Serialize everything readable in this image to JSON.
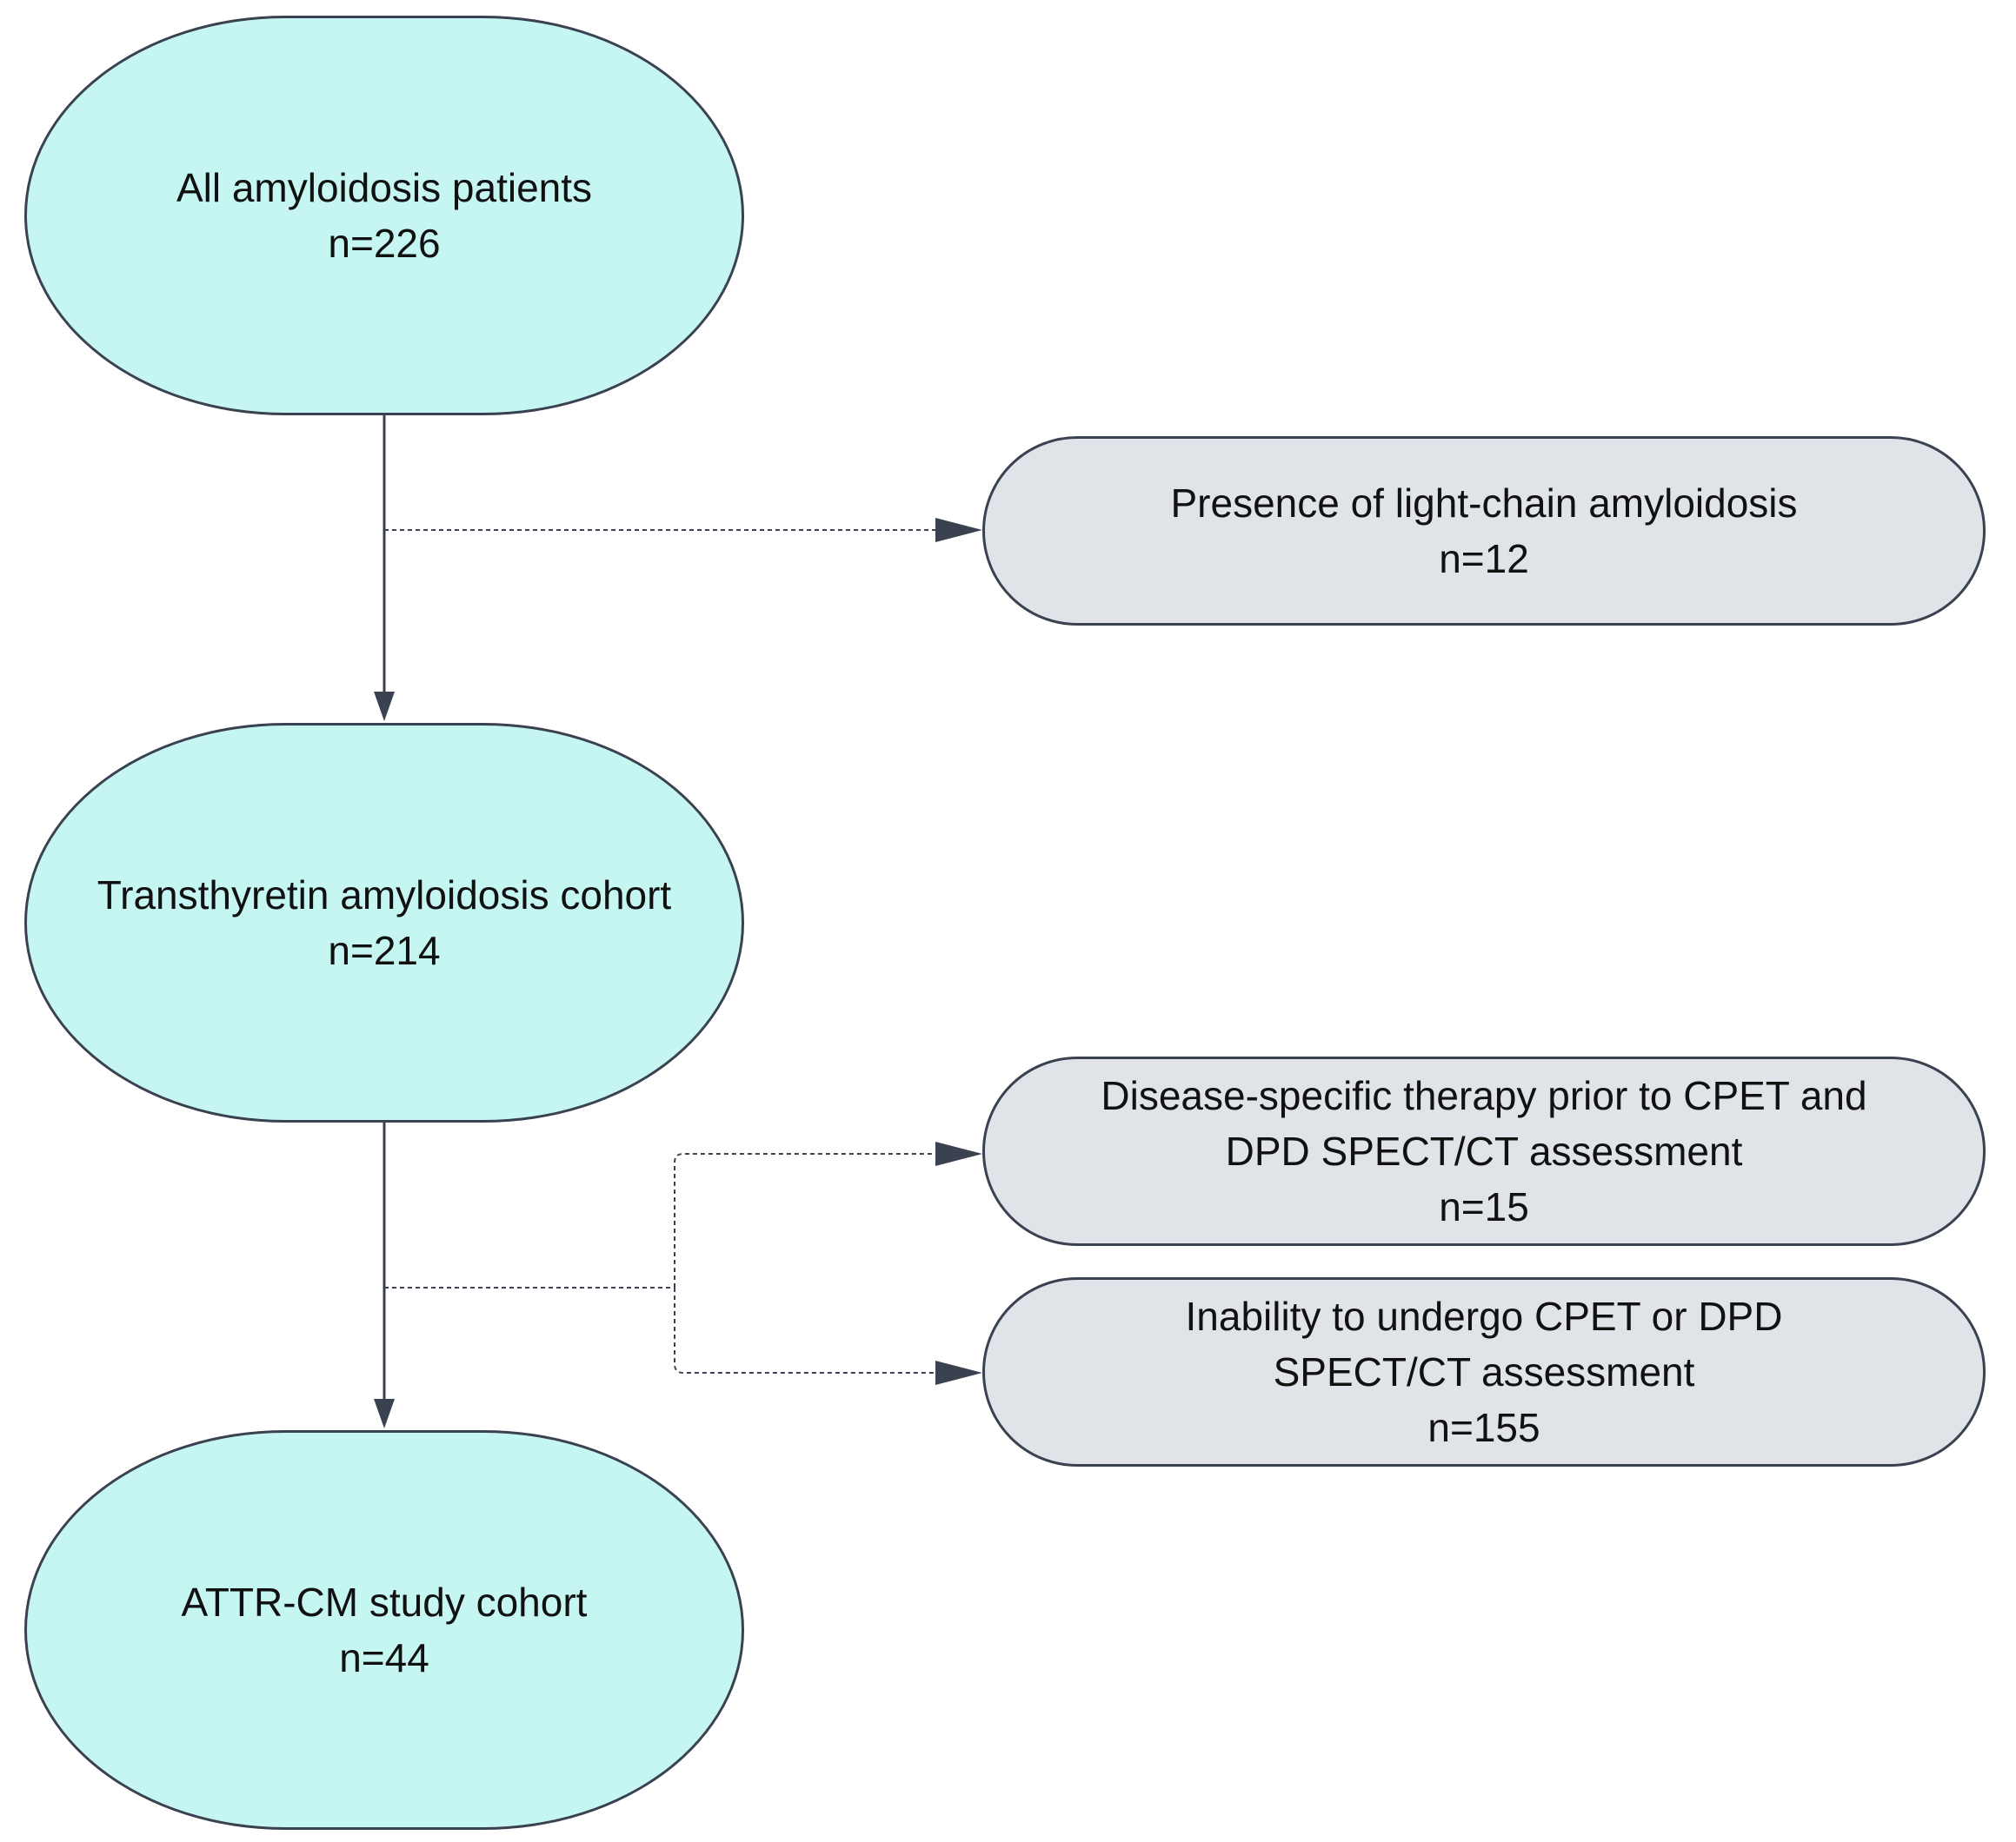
{
  "nodes": {
    "all_patients": {
      "title": "All amyloidosis patients",
      "count": "n=226"
    },
    "attr_cohort": {
      "title": "Transthyretin amyloidosis cohort",
      "count": "n=214"
    },
    "study_cohort": {
      "title": "ATTR-CM study cohort",
      "count": "n=44"
    },
    "excl_light_chain": {
      "title": "Presence of light-chain amyloidosis",
      "count": "n=12"
    },
    "excl_therapy": {
      "line1": "Disease-specific therapy prior to CPET and",
      "line2": "DPD SPECT/CT assessment",
      "count": "n=15"
    },
    "excl_inability": {
      "line1": "Inability to undergo CPET or DPD",
      "line2": "SPECT/CT assessment",
      "count": "n=155"
    }
  },
  "colors": {
    "main_fill": "#c5f6f1",
    "side_fill": "#e0e3e8",
    "stroke": "#3a4150"
  }
}
